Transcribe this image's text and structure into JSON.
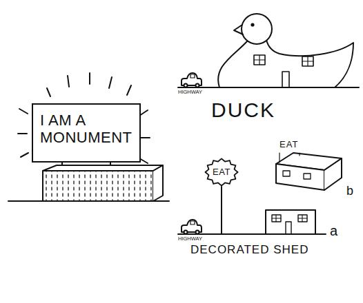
{
  "diagram": {
    "nodes": [
      {
        "text": [
          "I AM A MONUMENT"
        ]
      },
      {
        "text": [
          "EAT"
        ]
      }
    ],
    "labels": [
      "HIGHWAY",
      "DUCK",
      "EAT",
      "b",
      "HIGHWAY",
      "DECORATED SHED",
      "a"
    ]
  }
}
